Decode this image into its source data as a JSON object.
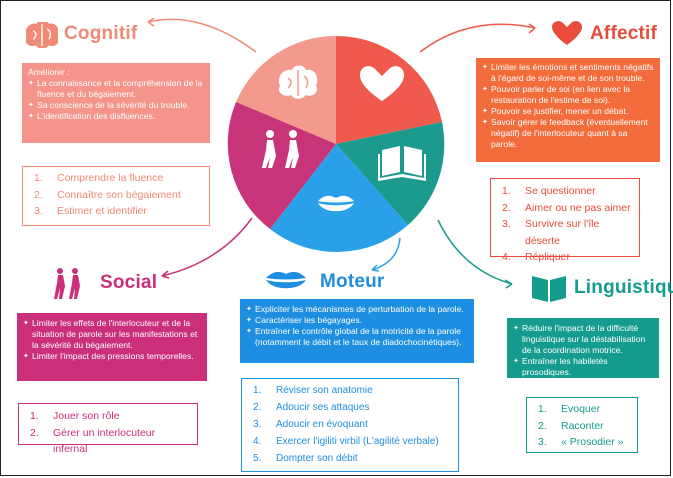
{
  "colors": {
    "cognitif": "#f08a76",
    "cognitif_box": "#f4948a",
    "affectif": "#e94b3c",
    "affectif_box": "#f36c3c",
    "social": "#cc2f7a",
    "moteur": "#1e8fe0",
    "linguistique": "#149c8e",
    "pie_pink": "#f39a8c",
    "pie_red": "#ef5a4c",
    "pie_magenta": "#c8347a",
    "pie_teal": "#1d9a8e",
    "pie_blue": "#2aa0e8"
  },
  "cognitif": {
    "title": "Cognitif",
    "intro": "Améliorer :",
    "items": [
      "La connaissance et la compréhension de la fluence et du bégaiement.",
      "Sa conscience de la sévérité du trouble.",
      "L'identification des disfluences."
    ],
    "activities": [
      "Comprendre la fluence",
      "Connaître son bégaiement",
      "Estimer et identifier"
    ]
  },
  "affectif": {
    "title": "Affectif",
    "items": [
      "Limiter les émotions et sentiments négatifs à l'égard de soi-même et de son trouble.",
      "Pouvoir parler de soi (en lien avec la restauration  de l'estime de soi).",
      "Pouvoir se justifier, mener un débat.",
      "Savoir gérer le feedback (éventuellement négatif) de l'interlocuteur quant à sa parole."
    ],
    "activities": [
      "Se questionner",
      "Aimer ou ne pas aimer",
      "Survivre sur l'île déserte",
      "Répliquer"
    ]
  },
  "social": {
    "title": "Social",
    "items": [
      "Limiter les effets de l'interlocuteur et de la situation de parole sur les manifestations et la sévérité du bégaiement.",
      "Limiter l'impact des pressions temporelles."
    ],
    "activities": [
      "Jouer son rôle",
      "Gérer un interlocuteur infernal"
    ]
  },
  "moteur": {
    "title": "Moteur",
    "items": [
      "Expliciter les mécanismes de perturbation de la parole.",
      "Caractériser les bégayages.",
      "Entraîner le contrôle global de la motricité de la parole (notamment le débit et le taux de diadochocinétiques)."
    ],
    "activities": [
      "Réviser son anatomie",
      "Adoucir ses attaques",
      "Adoucir en évoquant",
      "Exercer l'igiliti virbil (L'agilité verbale)",
      "Dompter son débit"
    ]
  },
  "linguistique": {
    "title": "Linguistique",
    "items": [
      "Réduire l'impact de la difficulté linguistique sur la déstabilisation de la coordination motrice.",
      "Entraîner les habiletés prosodiques."
    ],
    "activities": [
      "Evoquer",
      "Raconter",
      "« Prosodier »"
    ]
  },
  "icons": [
    "brain-icon",
    "heart-icon",
    "walking-people-icon",
    "open-book-icon",
    "lips-icon"
  ]
}
